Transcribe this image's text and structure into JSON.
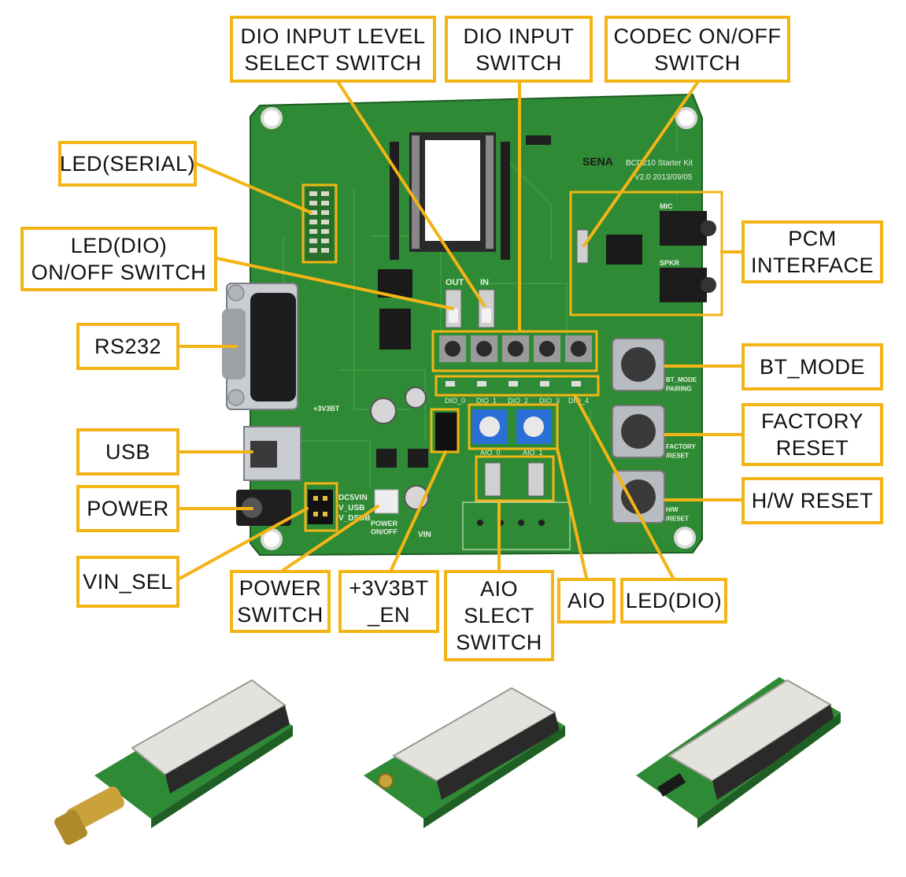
{
  "colors": {
    "callout_border": "#f3b415",
    "leader_line": "#f3b415",
    "pcb_green": "#2f8a35",
    "pcb_trace": "#3fa346",
    "silkscreen": "#e8f2e0",
    "metal": "#c9ccd0",
    "module_shield": "#e3e2dd",
    "header_pin": "#2a2a2a",
    "sma_gold": "#c9a23a"
  },
  "board": {
    "brand": "SENA",
    "kit_name": "BCD210 Starter Kit",
    "version": "V2.0 2013/09/05",
    "silk_out": "OUT",
    "silk_in": "IN",
    "silk_bt_mode": "BT_MODE\nPAIRING",
    "silk_factory": "FACTORY\n/RESET",
    "silk_hw_reset": "H/W\n/RESET",
    "silk_mic": "MIC",
    "silk_spkr": "SPKR",
    "silk_power": "POWER\nON/OFF",
    "silk_vin": "VIN",
    "silk_dc5vin": "DC5VIN",
    "silk_v_usb": "V_USB",
    "silk_v_dsub": "V_DSUB",
    "silk_3v3bt": "+3V3BT",
    "silk_dio": [
      "DIO_0",
      "DIO_1",
      "DIO_2",
      "DIO_3",
      "DIO_4"
    ],
    "silk_aio": [
      "AIO_0",
      "AIO_1"
    ]
  },
  "callouts": {
    "dio_input_level": "DIO INPUT LEVEL\nSELECT SWITCH",
    "dio_input_switch": "DIO INPUT\nSWITCH",
    "codec_switch": "CODEC ON/OFF\nSWITCH",
    "led_serial": "LED(SERIAL)",
    "led_dio_switch": "LED(DIO)\nON/OFF SWITCH",
    "rs232": "RS232",
    "usb": "USB",
    "power": "POWER",
    "vin_sel": "VIN_SEL",
    "power_switch": "POWER\nSWITCH",
    "v3bt_en": "+3V3BT\n_EN",
    "aio_select": "AIO\nSLECT\nSWITCH",
    "aio": "AIO",
    "led_dio": "LED(DIO)",
    "pcm": "PCM\nINTERFACE",
    "bt_mode": "BT_MODE",
    "factory_reset": "FACTORY\nRESET",
    "hw_reset": "H/W RESET"
  }
}
